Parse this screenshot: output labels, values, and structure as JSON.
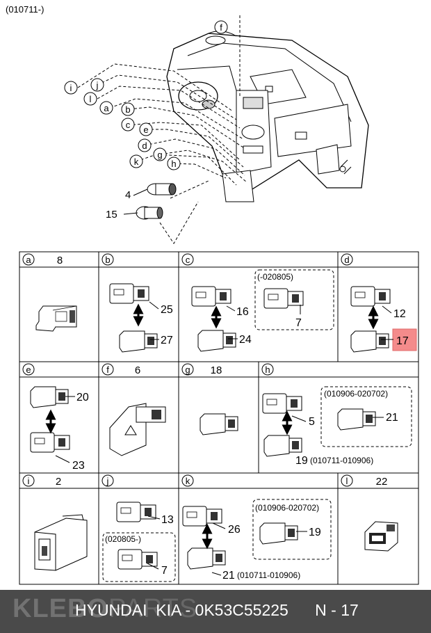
{
  "header_code": "(010711-)",
  "overview_callouts": {
    "f": "f",
    "i": "i",
    "j": "j",
    "l": "l",
    "a": "a",
    "b": "b",
    "c": "c",
    "e": "e",
    "d": "d",
    "g": "g",
    "k": "k",
    "h": "h",
    "n4": "4",
    "n15": "15"
  },
  "cells": {
    "a": {
      "letter": "a",
      "part": "8"
    },
    "b": {
      "letter": "b",
      "top": "25",
      "bottom": "27"
    },
    "c": {
      "letter": "c",
      "top": "16",
      "bottom": "24",
      "inset_date": "(-020805)",
      "inset_part": "7"
    },
    "d": {
      "letter": "d",
      "top": "12",
      "bottom": "17"
    },
    "e": {
      "letter": "e",
      "top": "20",
      "bottom": "23"
    },
    "f": {
      "letter": "f",
      "part": "6"
    },
    "g": {
      "letter": "g",
      "part": "18"
    },
    "h": {
      "letter": "h",
      "top": "5",
      "bottom": "19",
      "bottom_date": "(010711-010906)",
      "inset_date": "(010906-020702)",
      "inset_part": "21"
    },
    "i": {
      "letter": "i",
      "part": "2"
    },
    "j": {
      "letter": "j",
      "top": "13",
      "inset_date": "(020805-)",
      "inset_part": "7"
    },
    "k": {
      "letter": "k",
      "top": "26",
      "bottom": "21",
      "bottom_date": "(010711-010906)",
      "inset_date": "(010906-020702)",
      "inset_part": "19"
    },
    "l": {
      "letter": "l",
      "part": "22"
    }
  },
  "highlight": {
    "part": "17",
    "color": "#f48b8b"
  },
  "footer": {
    "watermark_bold": "KLEBO",
    "watermark_light": "PARTS",
    "caption": "HYUNDAI  KIA - 0K53C55225      N - 17"
  }
}
